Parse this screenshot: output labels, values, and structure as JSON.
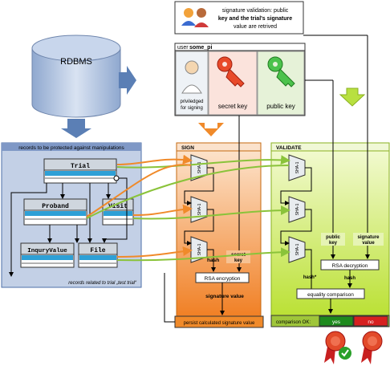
{
  "db": {
    "label": "RDBMS"
  },
  "signers_note": {
    "l1": "signature validation: public",
    "l2": "key and the trial's signature",
    "l3": "value are retrived"
  },
  "user_panel": {
    "prefix": "user",
    "name": "some_pi",
    "priv_l1": "priviledged",
    "priv_l2": "for signing",
    "secret_key": "secret key",
    "public_key": "public key"
  },
  "records": {
    "header": "records to be protected against manipulations",
    "footer": "records related to trial „test trial“",
    "tables": {
      "trial": "Trial",
      "proband": "Proband",
      "visit": "Visit",
      "inquiry": "InquryValue",
      "file": "File"
    }
  },
  "sign": {
    "title": "SIGN",
    "sha": "SHA-1",
    "hash": "hash",
    "secret_l1": "secret",
    "secret_l2": "key",
    "rsa": "RSA encryption",
    "sig_value": "signature value",
    "persist": "persist calculated signature value"
  },
  "validate": {
    "title": "VALIDATE",
    "sha": "SHA-1",
    "public_l1": "public",
    "public_l2": "key",
    "sigval_l1": "signature",
    "sigval_l2": "value",
    "rsa": "RSA decryption",
    "hash_star": "hash*",
    "hash": "hash",
    "equality": "equality comparison",
    "comparison": "comparison OK:",
    "yes": "yes",
    "no": "no"
  },
  "colors": {
    "orange": "#f08a2a",
    "green": "#b8d930",
    "blue": "#4d6fa8",
    "teal": "#3fa7b8",
    "red": "#d62020",
    "darkgreen": "#1e8a1e"
  }
}
